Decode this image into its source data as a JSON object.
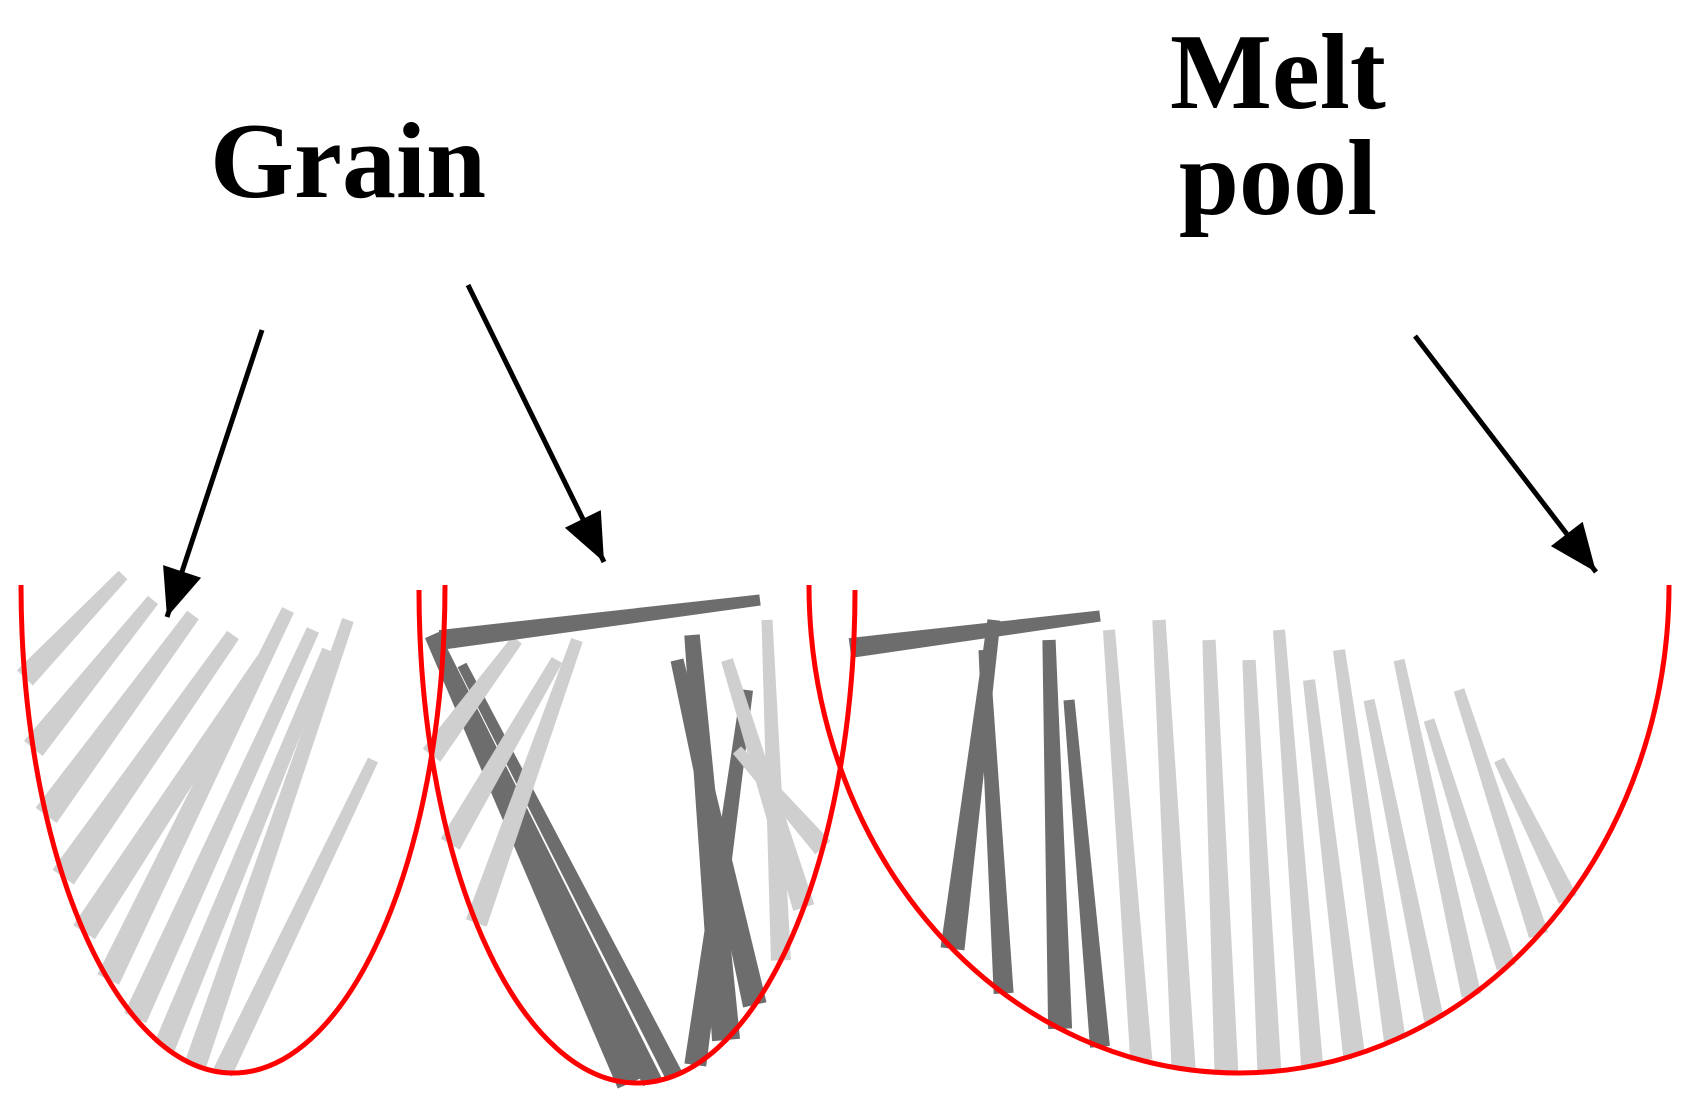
{
  "labels": {
    "grain": "Grain",
    "melt_line1": "Melt",
    "melt_line2": "pool"
  },
  "colors": {
    "background": "#ffffff",
    "boundary": "#ff0000",
    "grain_light": "#cfcfcf",
    "grain_dark": "#6e6d6d",
    "arrow": "#000000"
  }
}
